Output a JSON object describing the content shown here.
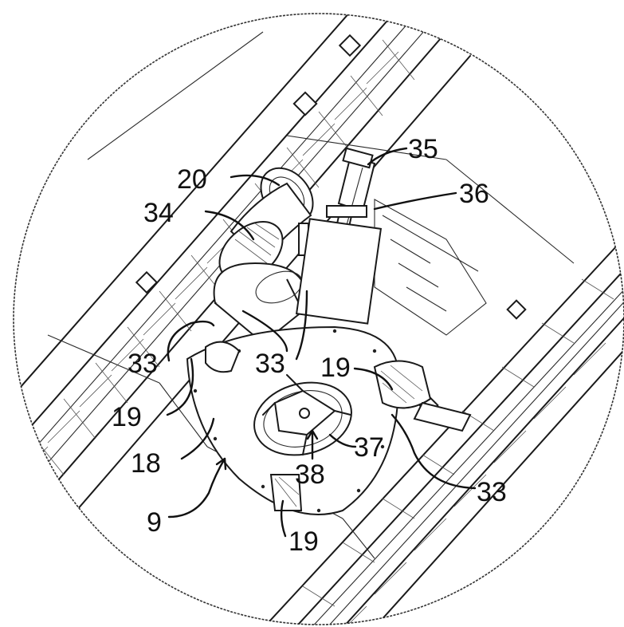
{
  "figure": {
    "reference_labels": [
      {
        "id": "label-35",
        "text": "35"
      },
      {
        "id": "label-20",
        "text": "20"
      },
      {
        "id": "label-36",
        "text": "36"
      },
      {
        "id": "label-34",
        "text": "34"
      },
      {
        "id": "label-33-left",
        "text": "33"
      },
      {
        "id": "label-33-center",
        "text": "33"
      },
      {
        "id": "label-19-right",
        "text": "19"
      },
      {
        "id": "label-19-left",
        "text": "19"
      },
      {
        "id": "label-18",
        "text": "18"
      },
      {
        "id": "label-37",
        "text": "37"
      },
      {
        "id": "label-38",
        "text": "38"
      },
      {
        "id": "label-33-right",
        "text": "33"
      },
      {
        "id": "label-9",
        "text": "9"
      },
      {
        "id": "label-19-bottom",
        "text": "19"
      }
    ]
  }
}
